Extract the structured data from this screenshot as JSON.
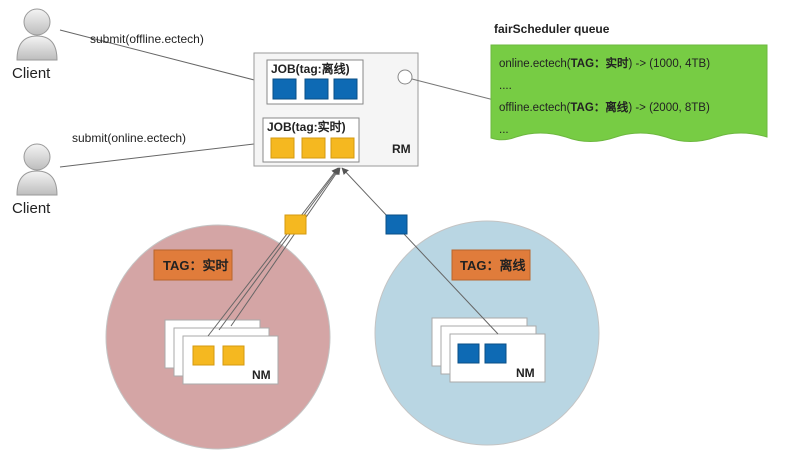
{
  "clients": [
    {
      "label": "Client",
      "submit": "submit(offline.ectech)"
    },
    {
      "label": "Client",
      "submit": "submit(online.ectech)"
    }
  ],
  "rm": {
    "label": "RM",
    "jobs": [
      {
        "label": "JOB(tag:离线)",
        "tasks": 3,
        "color": "#0e6ab4"
      },
      {
        "label": "JOB(tag:实时)",
        "tasks": 3,
        "color": "#f5b820"
      }
    ]
  },
  "queue": {
    "title": "fairScheduler  queue",
    "lines": [
      {
        "prefix": "online.ectech(",
        "tag": "TAG：实时",
        "suffix": ") -> (1000, 4TB)"
      },
      {
        "text": "...."
      },
      {
        "prefix": "offline.ectech(",
        "tag": "TAG：离线",
        "suffix": ") -> (2000, 8TB)"
      },
      {
        "text": "..."
      }
    ],
    "color": "#77cc44"
  },
  "clusters": [
    {
      "tag": "TAG：实时",
      "nm_label": "NM",
      "tasks": 2,
      "task_color": "#f5b820",
      "circle_color": "#d4a5a5"
    },
    {
      "tag": "TAG：离线",
      "nm_label": "NM",
      "tasks": 2,
      "task_color": "#0e6ab4",
      "circle_color": "#b9d6e3"
    }
  ],
  "colors": {
    "tag_box": "#e07c3b",
    "yellow": "#f5b820",
    "blue": "#0e6ab4"
  }
}
